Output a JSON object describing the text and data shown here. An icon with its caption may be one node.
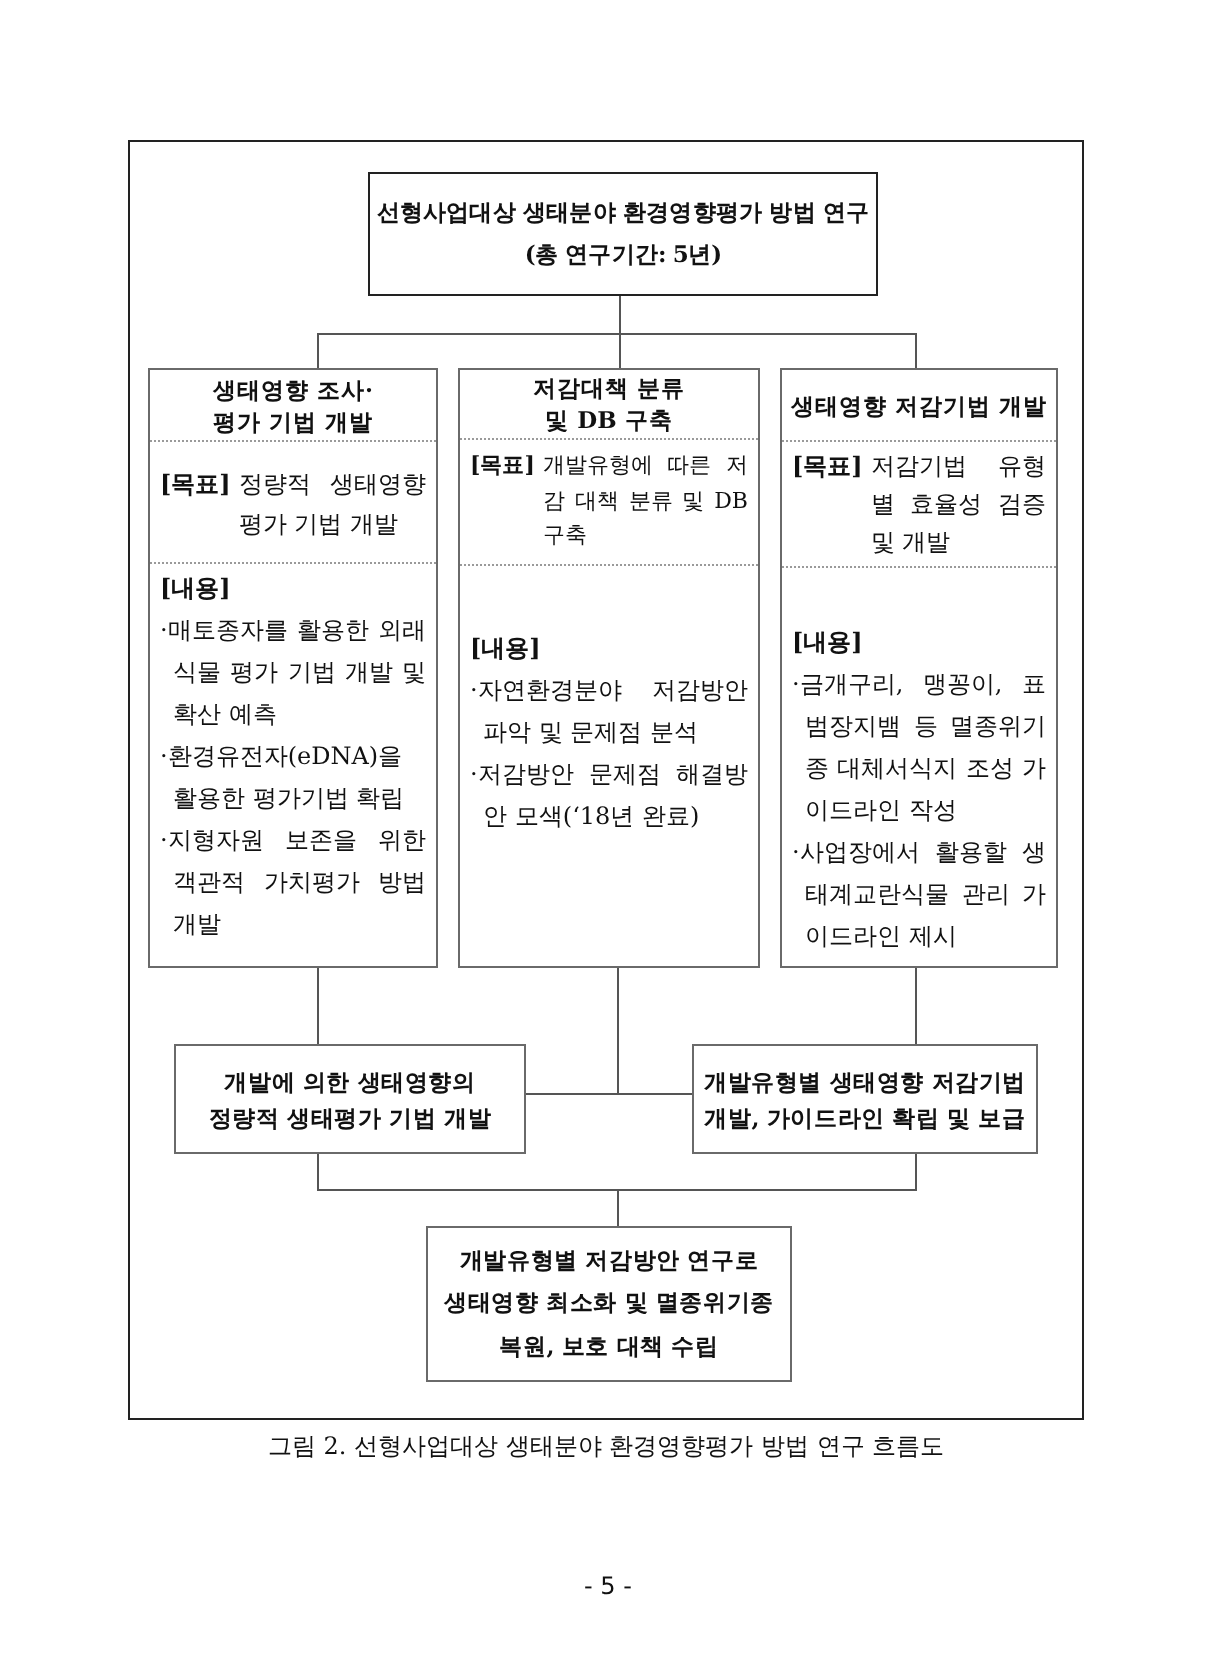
{
  "diagram": {
    "caption": "그림 2. 선형사업대상 생태분야 환경영향평가 방법 연구 흐름도",
    "nodes": [
      {
        "text": [
          "선형사업대상 생태분야 환경영향평가 방법 연구",
          "(총 연구기간: 5년)"
        ]
      },
      {
        "text": [
          "생태영향 조사·평가 기법 개발",
          "[목표]",
          "정량적 생태영향 평가 기법 개발",
          "[내용]",
          "·매토종자를 활용한 외래식물 평가 기법 개발 및 확산 예측",
          "·환경유전자(eDNA)을 활용한 평가기법 확립",
          "·지형자원 보존을 위한 객관적 가치평가 방법 개발"
        ]
      },
      {
        "text": [
          "저감대책 분류 및 DB 구축",
          "[목표]",
          "개발유형에 따른 저감 대책 분류 및 DB 구축",
          "[내용]",
          "·자연환경분야 저감방안 파악 및 문제점 분석",
          "·저감방안 문제점 해결방안 모색(‘18년 완료)"
        ]
      },
      {
        "text": [
          "생태영향 저감기법 개발",
          "[목표]",
          "저감기법 유형별 효율성 검증 및 개발",
          "[내용]",
          "·금개구리, 맹꽁이, 표범장지뱀 등 멸종위기종 대체서식지 조성 가이드라인 작성",
          "·사업장에서 활용할 생태계교란식물 관리 가이드라인 제시"
        ]
      },
      {
        "text": [
          "개발에 의한 생태영향의 정량적 생태평가 기법 개발"
        ]
      },
      {
        "text": [
          "개발유형별 생태영향 저감기법 개발, 가이드라인 확립 및 보급"
        ]
      },
      {
        "text": [
          "개발유형별 저감방안 연구로 생태영향 최소화 및 멸종위기종 복원, 보호 대책 수립"
        ]
      }
    ],
    "edges": [
      {
        "from": 0,
        "to": 1,
        "arrow": "none"
      },
      {
        "from": 0,
        "to": 2,
        "arrow": "none"
      },
      {
        "from": 0,
        "to": 3,
        "arrow": "none"
      },
      {
        "from": 1,
        "to": 4,
        "arrow": "none"
      },
      {
        "from": 2,
        "to": 4,
        "arrow": "none"
      },
      {
        "from": 2,
        "to": 5,
        "arrow": "none"
      },
      {
        "from": 3,
        "to": 5,
        "arrow": "none"
      },
      {
        "from": 4,
        "to": 6,
        "arrow": "none"
      },
      {
        "from": 5,
        "to": 6,
        "arrow": "none"
      }
    ],
    "labels": [
      "- 5 -"
    ]
  }
}
